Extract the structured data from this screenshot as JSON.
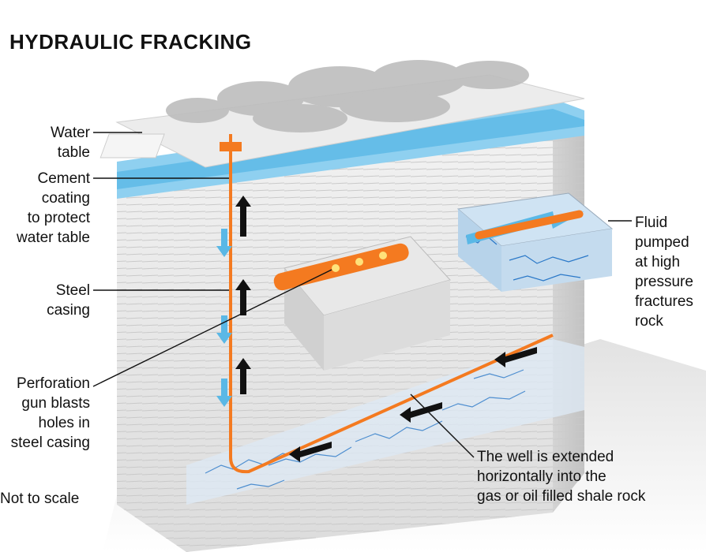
{
  "title": "HYDRAULIC FRACKING",
  "labels": {
    "water_table": [
      "Water",
      "table"
    ],
    "cement": [
      "Cement",
      "coating",
      "to protect",
      "water table"
    ],
    "steel": [
      "Steel",
      "casing"
    ],
    "perforation": [
      "Perforation",
      "gun blasts",
      "holes in",
      "steel casing"
    ],
    "scale": "Not to scale",
    "fluid": [
      "Fluid",
      "pumped",
      "at high",
      "pressure",
      "fractures",
      "rock"
    ],
    "well": [
      "The well is extended",
      "horizontally into the",
      "gas or oil filled shale rock"
    ]
  },
  "colors": {
    "pipe": "#f47a20",
    "water": "#5ab8e6",
    "rock": "#e6e6e6",
    "fracture": "#2a78c8"
  }
}
